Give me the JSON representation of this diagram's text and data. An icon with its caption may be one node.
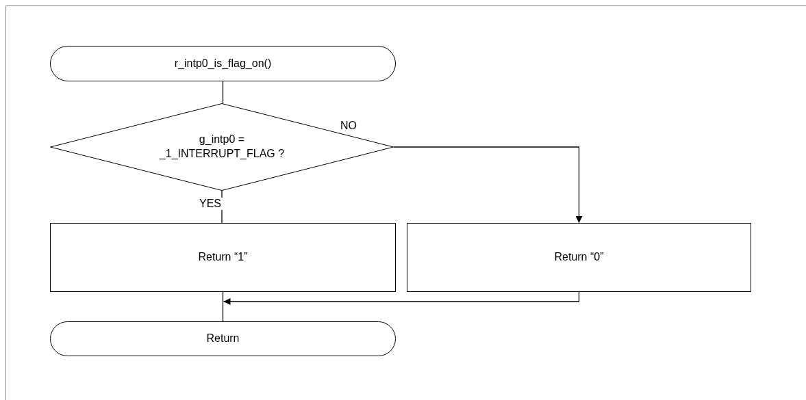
{
  "diagram": {
    "nodes": [
      {
        "text": [
          "r_intp0_is_flag_on()"
        ]
      },
      {
        "text": [
          "g_intp0 = _1_INTERRUPT_FLAG ?"
        ]
      },
      {
        "text": [
          "Return “1”"
        ]
      },
      {
        "text": [
          "Return “0”"
        ]
      },
      {
        "text": [
          "Return"
        ]
      }
    ],
    "edges": [
      {
        "from": 0,
        "to": 1,
        "arrow": "none"
      },
      {
        "from": 1,
        "to": 2,
        "arrow": "none",
        "label": "YES"
      },
      {
        "from": 1,
        "to": 3,
        "arrow": "to",
        "label": "NO"
      },
      {
        "from": 2,
        "to": 4,
        "arrow": "none"
      },
      {
        "from": 3,
        "to": 4,
        "arrow": "to"
      }
    ]
  }
}
